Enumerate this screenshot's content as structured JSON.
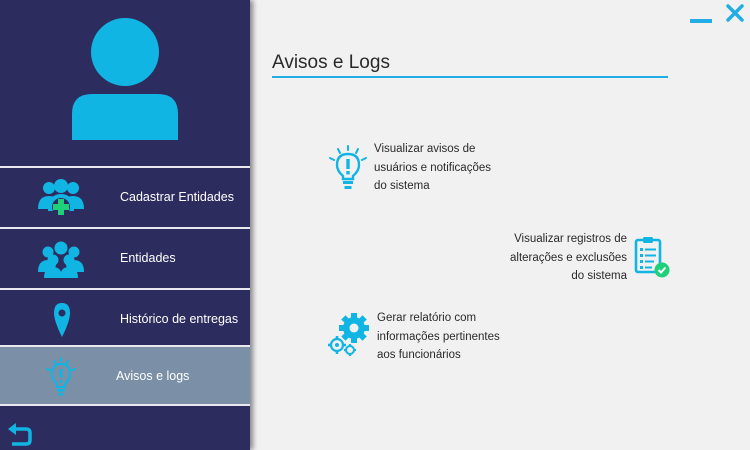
{
  "window": {
    "minimize_icon": "minimize-icon",
    "close_icon": "close-icon",
    "accent_color": "#22aee5"
  },
  "sidebar": {
    "background": "#2d2c5e",
    "avatar_icon": "user-avatar-icon",
    "items": [
      {
        "label": "Cadastrar Entidades",
        "icon": "add-users-icon",
        "active": false
      },
      {
        "label": "Entidades",
        "icon": "users-group-icon",
        "active": false
      },
      {
        "label": "Histórico de entregas",
        "icon": "map-pin-icon",
        "active": false
      },
      {
        "label": "Avisos e logs",
        "icon": "lightbulb-alert-icon",
        "active": true
      }
    ],
    "back_icon": "back-arrow-icon"
  },
  "main": {
    "title": "Avisos e Logs",
    "actions": [
      {
        "text": "Visualizar avisos de\nusuários e notificações\ndo sistema",
        "icon": "lightbulb-alert-icon"
      },
      {
        "text": "Visualizar registros de\nalterações e exclusões\ndo sistema",
        "icon": "clipboard-check-icon"
      },
      {
        "text": "Gerar relatório com\ninformações pertinentes\naos funcionários",
        "icon": "gears-icon"
      }
    ]
  }
}
